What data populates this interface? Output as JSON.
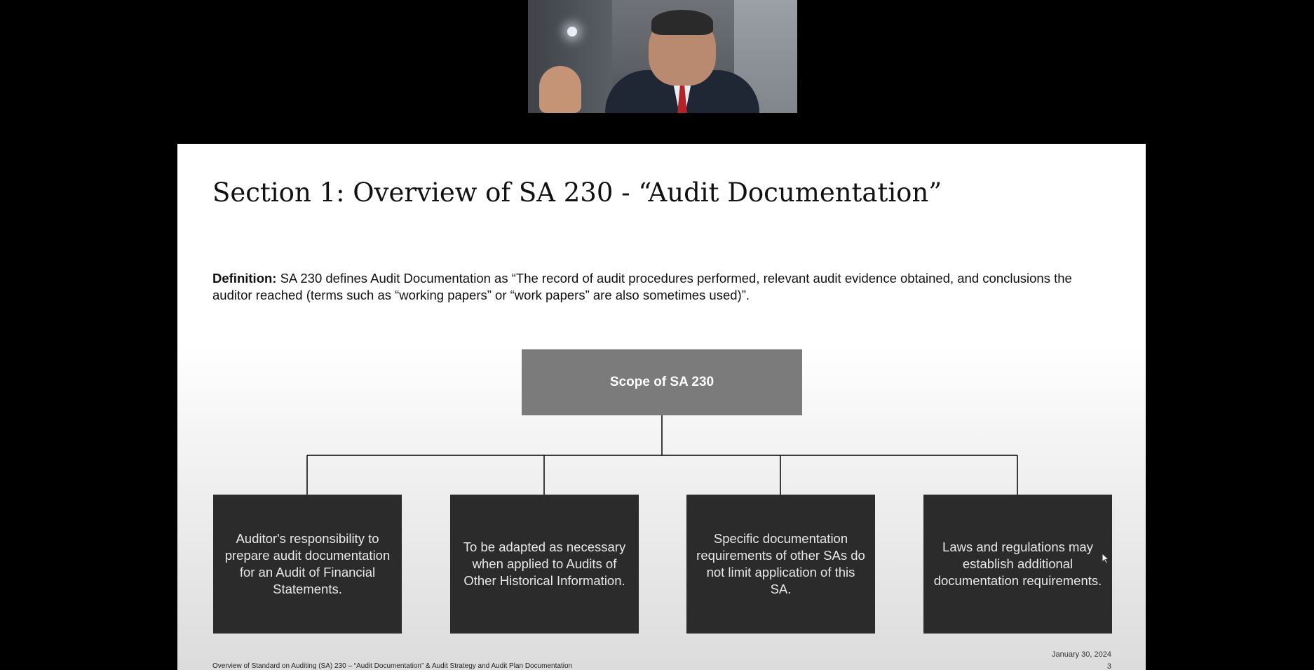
{
  "slide": {
    "title": "Section 1: Overview of SA 230 - “Audit Documentation”",
    "definition_label": "Definition:",
    "definition_text": " SA 230 defines Audit Documentation as “The record of audit procedures performed, relevant audit evidence obtained, and conclusions the auditor reached (terms such as “working papers” or “work papers” are also sometimes used)”.",
    "diagram": {
      "root": "Scope of SA 230",
      "children": [
        "Auditor's responsibility to prepare audit documentation for an Audit of Financial Statements.",
        "To be adapted as necessary when applied to Audits of Other Historical Information.",
        "Specific documentation requirements of other SAs do not limit application of this SA.",
        "Laws and regulations may establish additional documentation requirements."
      ]
    },
    "footer": {
      "left": "Overview of Standard on Auditing (SA) 230 – “Audit Documentation” & Audit Strategy and Audit Plan Documentation",
      "date": "January 30, 2024",
      "page": "3"
    }
  },
  "colors": {
    "root_box": "#7b7b7b",
    "child_box": "#2b2b2b",
    "background": "#000000"
  },
  "icons": {
    "cursor": "mouse-pointer-icon"
  }
}
